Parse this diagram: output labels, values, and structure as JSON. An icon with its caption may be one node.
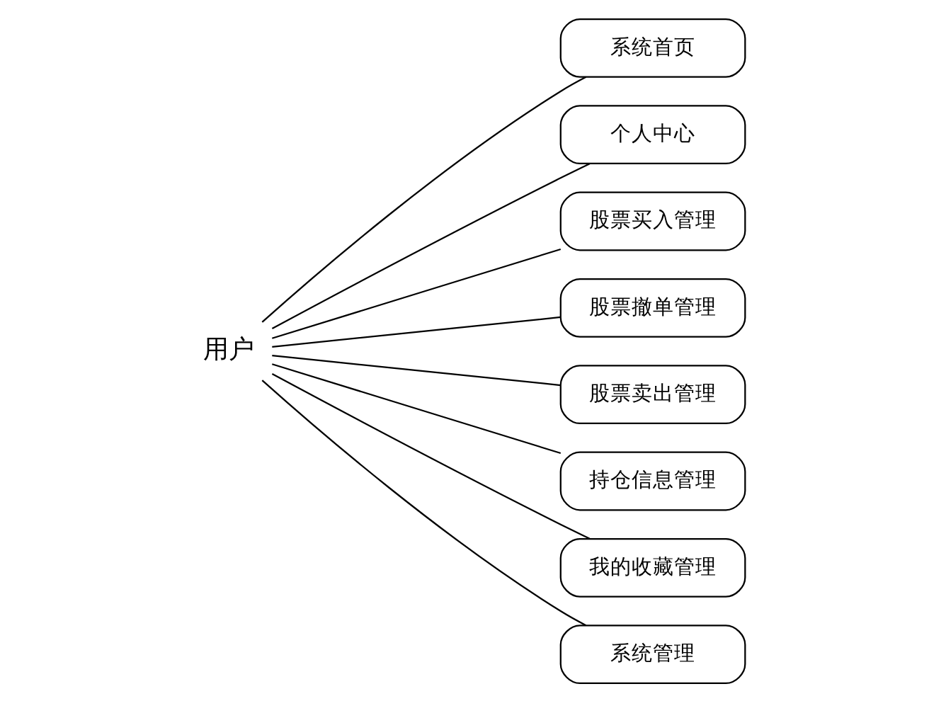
{
  "diagram": {
    "nodes": [
      {
        "text": [
          "用户"
        ]
      },
      {
        "text": [
          "系统首页"
        ]
      },
      {
        "text": [
          "个人中心"
        ]
      },
      {
        "text": [
          "股票买入管理"
        ]
      },
      {
        "text": [
          "股票撤单管理"
        ]
      },
      {
        "text": [
          "股票卖出管理"
        ]
      },
      {
        "text": [
          "持仓信息管理"
        ]
      },
      {
        "text": [
          "我的收藏管理"
        ]
      },
      {
        "text": [
          "系统管理"
        ]
      }
    ],
    "edges": [
      {
        "from": 0,
        "to": 1,
        "arrow": "none"
      },
      {
        "from": 0,
        "to": 2,
        "arrow": "none"
      },
      {
        "from": 0,
        "to": 3,
        "arrow": "none"
      },
      {
        "from": 0,
        "to": 4,
        "arrow": "none"
      },
      {
        "from": 0,
        "to": 5,
        "arrow": "none"
      },
      {
        "from": 0,
        "to": 6,
        "arrow": "none"
      },
      {
        "from": 0,
        "to": 7,
        "arrow": "none"
      },
      {
        "from": 0,
        "to": 8,
        "arrow": "none"
      }
    ]
  }
}
